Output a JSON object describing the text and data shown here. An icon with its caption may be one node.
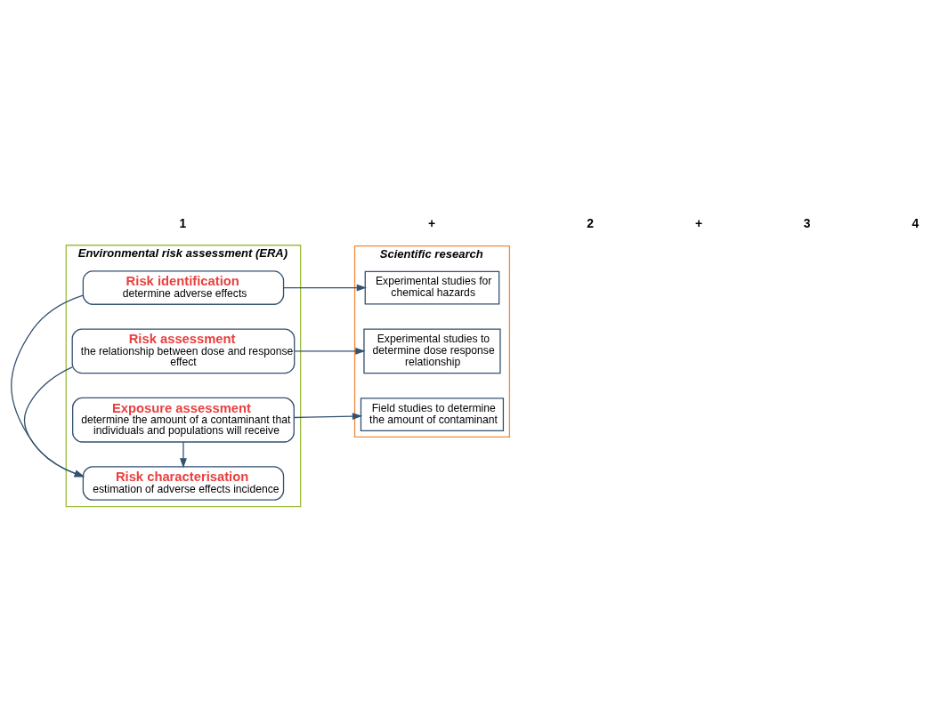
{
  "diagram": {
    "nodes": [
      {
        "text": [
          "Environmental risk assessment (ERA)"
        ]
      },
      {
        "text": [
          "Risk identification",
          "determine adverse effects"
        ],
        "in": 0
      },
      {
        "text": [
          "Risk assessment",
          "the relationship between dose and response effect"
        ],
        "in": 0
      },
      {
        "text": [
          "Exposure assessment",
          "determine the amount of a contaminant that individuals and populations will receive"
        ],
        "in": 0
      },
      {
        "text": [
          "Risk characterisation",
          "estimation of adverse effects incidence"
        ],
        "in": 0
      },
      {
        "text": [
          "Scientific research"
        ]
      },
      {
        "text": [
          "Experimental studies for chemical hazards"
        ],
        "in": 5
      },
      {
        "text": [
          "Experimental studies to determine dose response relationship"
        ],
        "in": 5
      },
      {
        "text": [
          "Field studies to determine the amount of contaminant"
        ],
        "in": 5
      }
    ],
    "edges": [
      {
        "from": 1,
        "to": 6,
        "arrow": "to"
      },
      {
        "from": 2,
        "to": 7,
        "arrow": "to"
      },
      {
        "from": 3,
        "to": 8,
        "arrow": "to"
      },
      {
        "from": 1,
        "to": 4,
        "arrow": "to"
      },
      {
        "from": 2,
        "to": 4,
        "arrow": "to"
      },
      {
        "from": 3,
        "to": 4,
        "arrow": "to"
      }
    ],
    "labels": [
      "1",
      "+",
      "2",
      "+",
      "3",
      "4"
    ]
  }
}
